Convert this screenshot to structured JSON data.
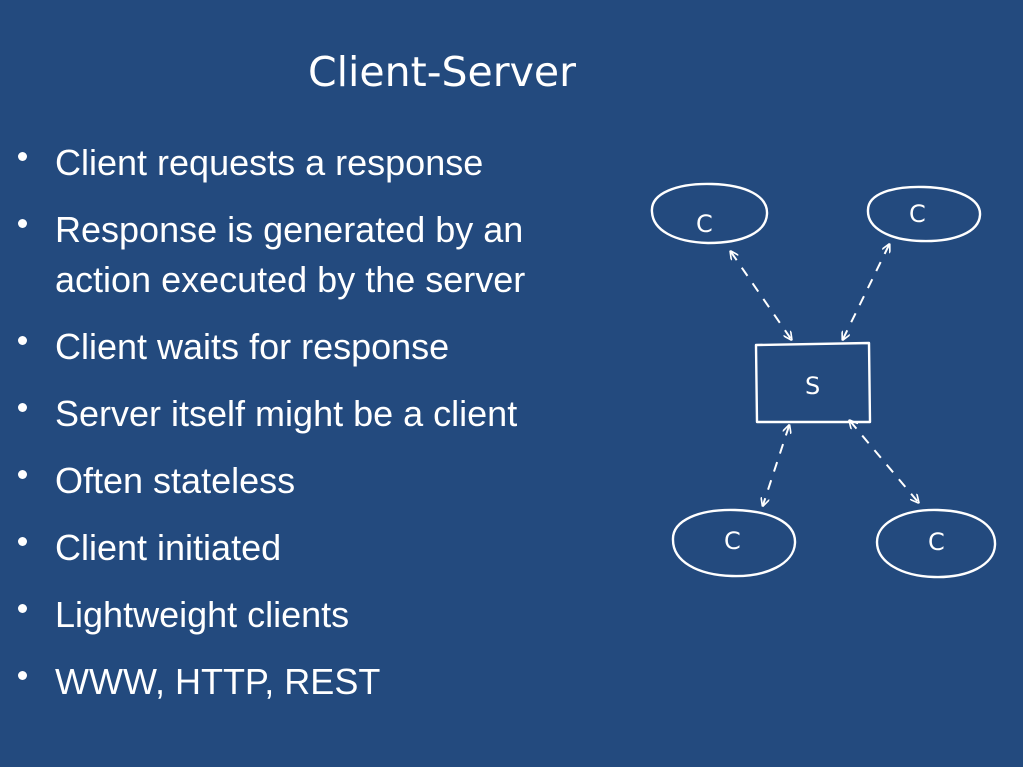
{
  "slide": {
    "title": "Client-Server",
    "bullets": [
      {
        "line1": "Client requests a response",
        "line2": ""
      },
      {
        "line1": "Response is generated by an",
        "line2": "action executed by the server"
      },
      {
        "line1": "Client waits for response",
        "line2": ""
      },
      {
        "line1": "Server itself might be a client",
        "line2": ""
      },
      {
        "line1": "Often stateless",
        "line2": ""
      },
      {
        "line1": "Client initiated",
        "line2": ""
      },
      {
        "line1": "Lightweight clients",
        "line2": ""
      },
      {
        "line1": "WWW, HTTP, REST",
        "line2": ""
      }
    ]
  },
  "diagram": {
    "nodes": {
      "client_top_left": "C",
      "client_top_right": "C",
      "server": "S",
      "client_bottom_left": "C",
      "client_bottom_right": "C"
    },
    "connector_style": "dashed-double-arrow"
  },
  "colors": {
    "background": "#234a7e",
    "foreground": "#ffffff"
  }
}
